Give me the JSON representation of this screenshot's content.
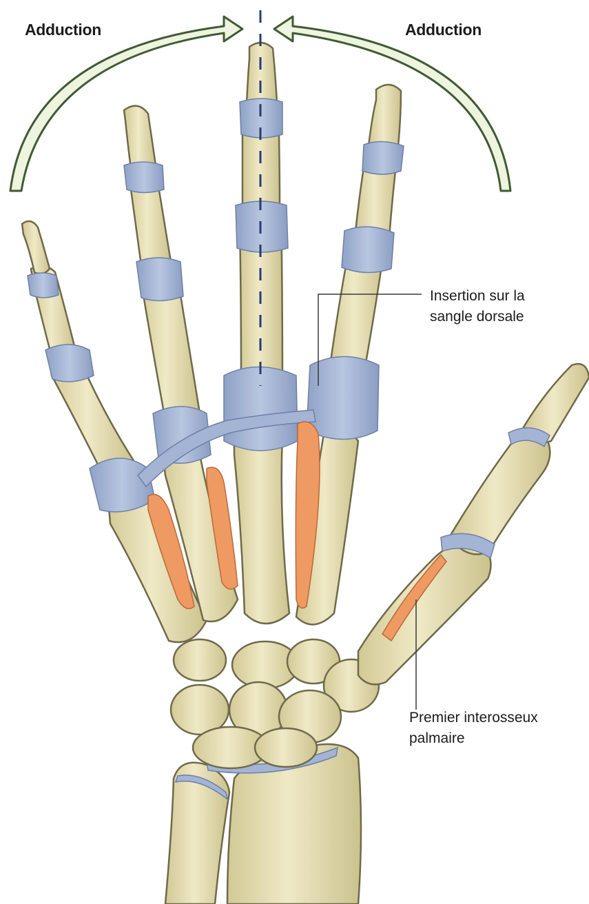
{
  "labels": {
    "adduction_left": "Adduction",
    "adduction_right": "Adduction",
    "insertion_line1": "Insertion sur la",
    "insertion_line2": "sangle dorsale",
    "premier_line1": "Premier interosseux",
    "premier_line2": "palmaire"
  },
  "colors": {
    "bone_fill": "#e6dfb7",
    "bone_outline": "#6e6a4a",
    "capsule_fill": "#a3b4d4",
    "capsule_band": "#7f93bb",
    "muscle_fill": "#ef9a62",
    "arrow_fill": "#eef4df",
    "arrow_outline": "#3f5b32",
    "axis_line": "#2a3c6e",
    "leader_line": "#3a3a3a"
  }
}
